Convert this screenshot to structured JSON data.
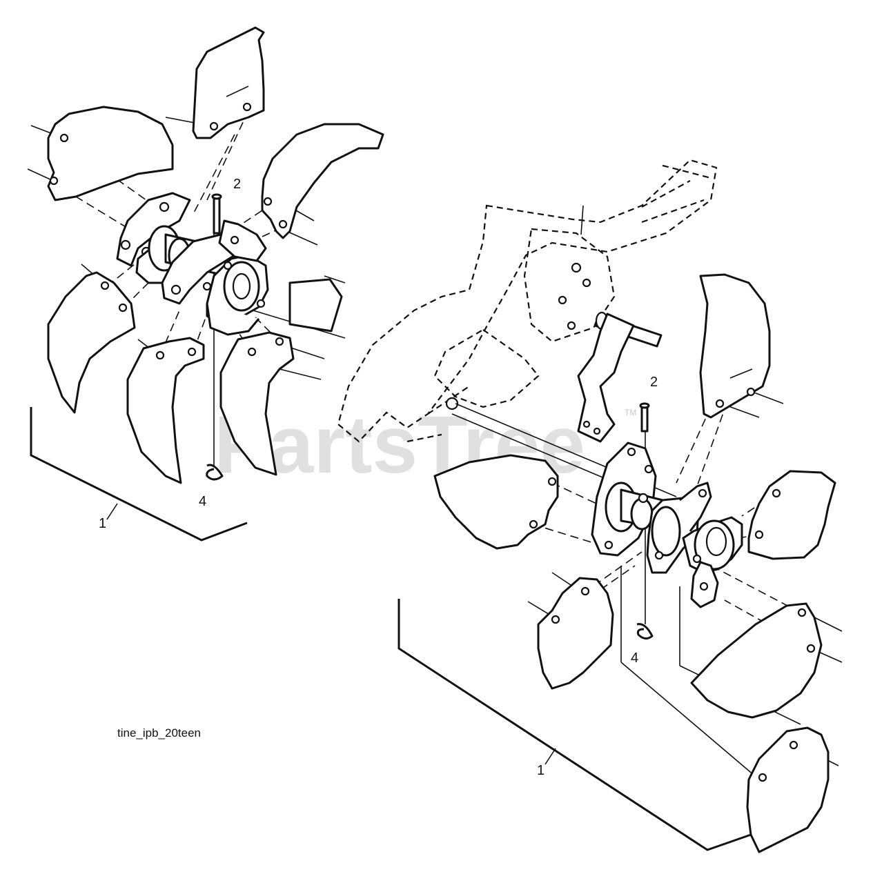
{
  "diagram": {
    "caption": "tine_ipb_20teen",
    "watermark": "PartsTree",
    "watermark_mark": "TM",
    "callouts": {
      "left_assembly": "1",
      "left_pin": "2",
      "left_clip": "4",
      "right_assembly": "1",
      "right_pin": "2",
      "right_clip": "4"
    }
  }
}
